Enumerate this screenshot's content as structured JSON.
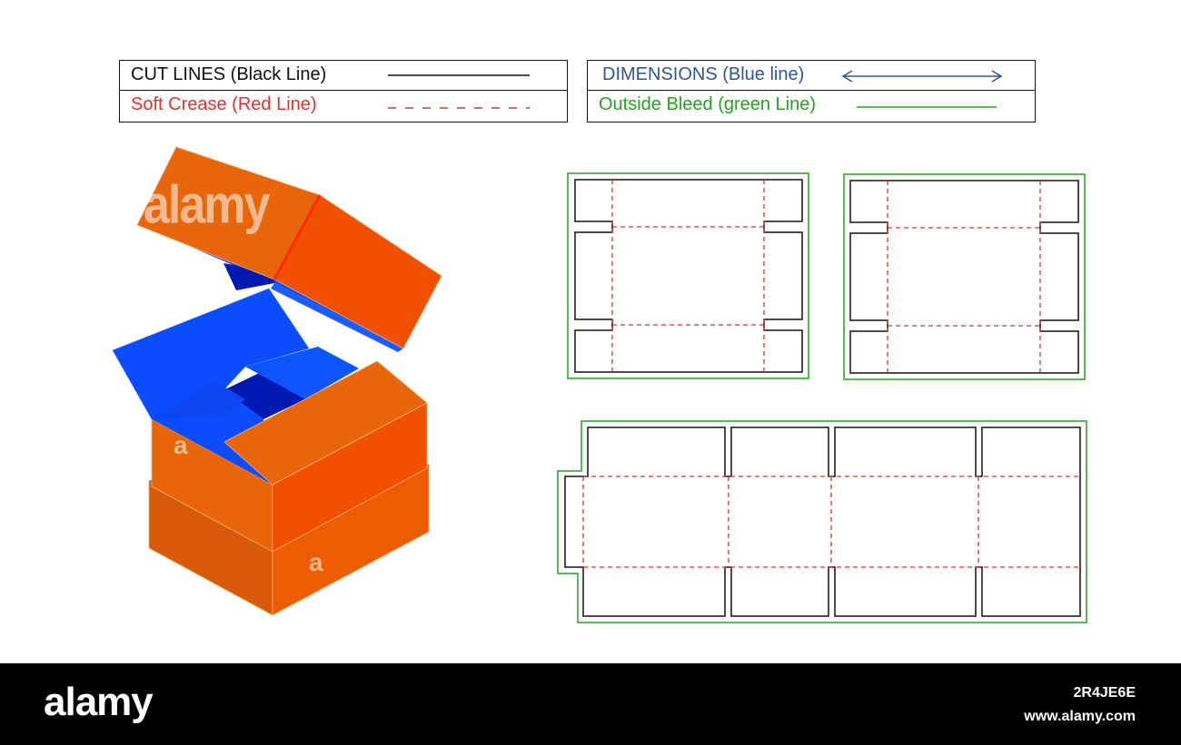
{
  "legend": {
    "cut_label": "CUT LINES (Black Line)",
    "crease_label": "Soft Crease (Red Line)",
    "dimensions_label": "DIMENSIONS (Blue line)",
    "bleed_label": "Outside Bleed (green Line)"
  },
  "colors": {
    "cut": "#111111",
    "crease": "#e4302b",
    "dimension": "#2f5597",
    "bleed": "#22a41e",
    "box_orange": "#f05400",
    "box_orange_light": "#e8650a",
    "box_blue": "#0a4cff",
    "box_blue_dark": "#0019b3"
  },
  "watermarks": {
    "main": "alamy",
    "letter": "a"
  },
  "footer": {
    "logo": "alamy",
    "image_id": "2R4JE6E",
    "url": "www.alamy.com"
  }
}
